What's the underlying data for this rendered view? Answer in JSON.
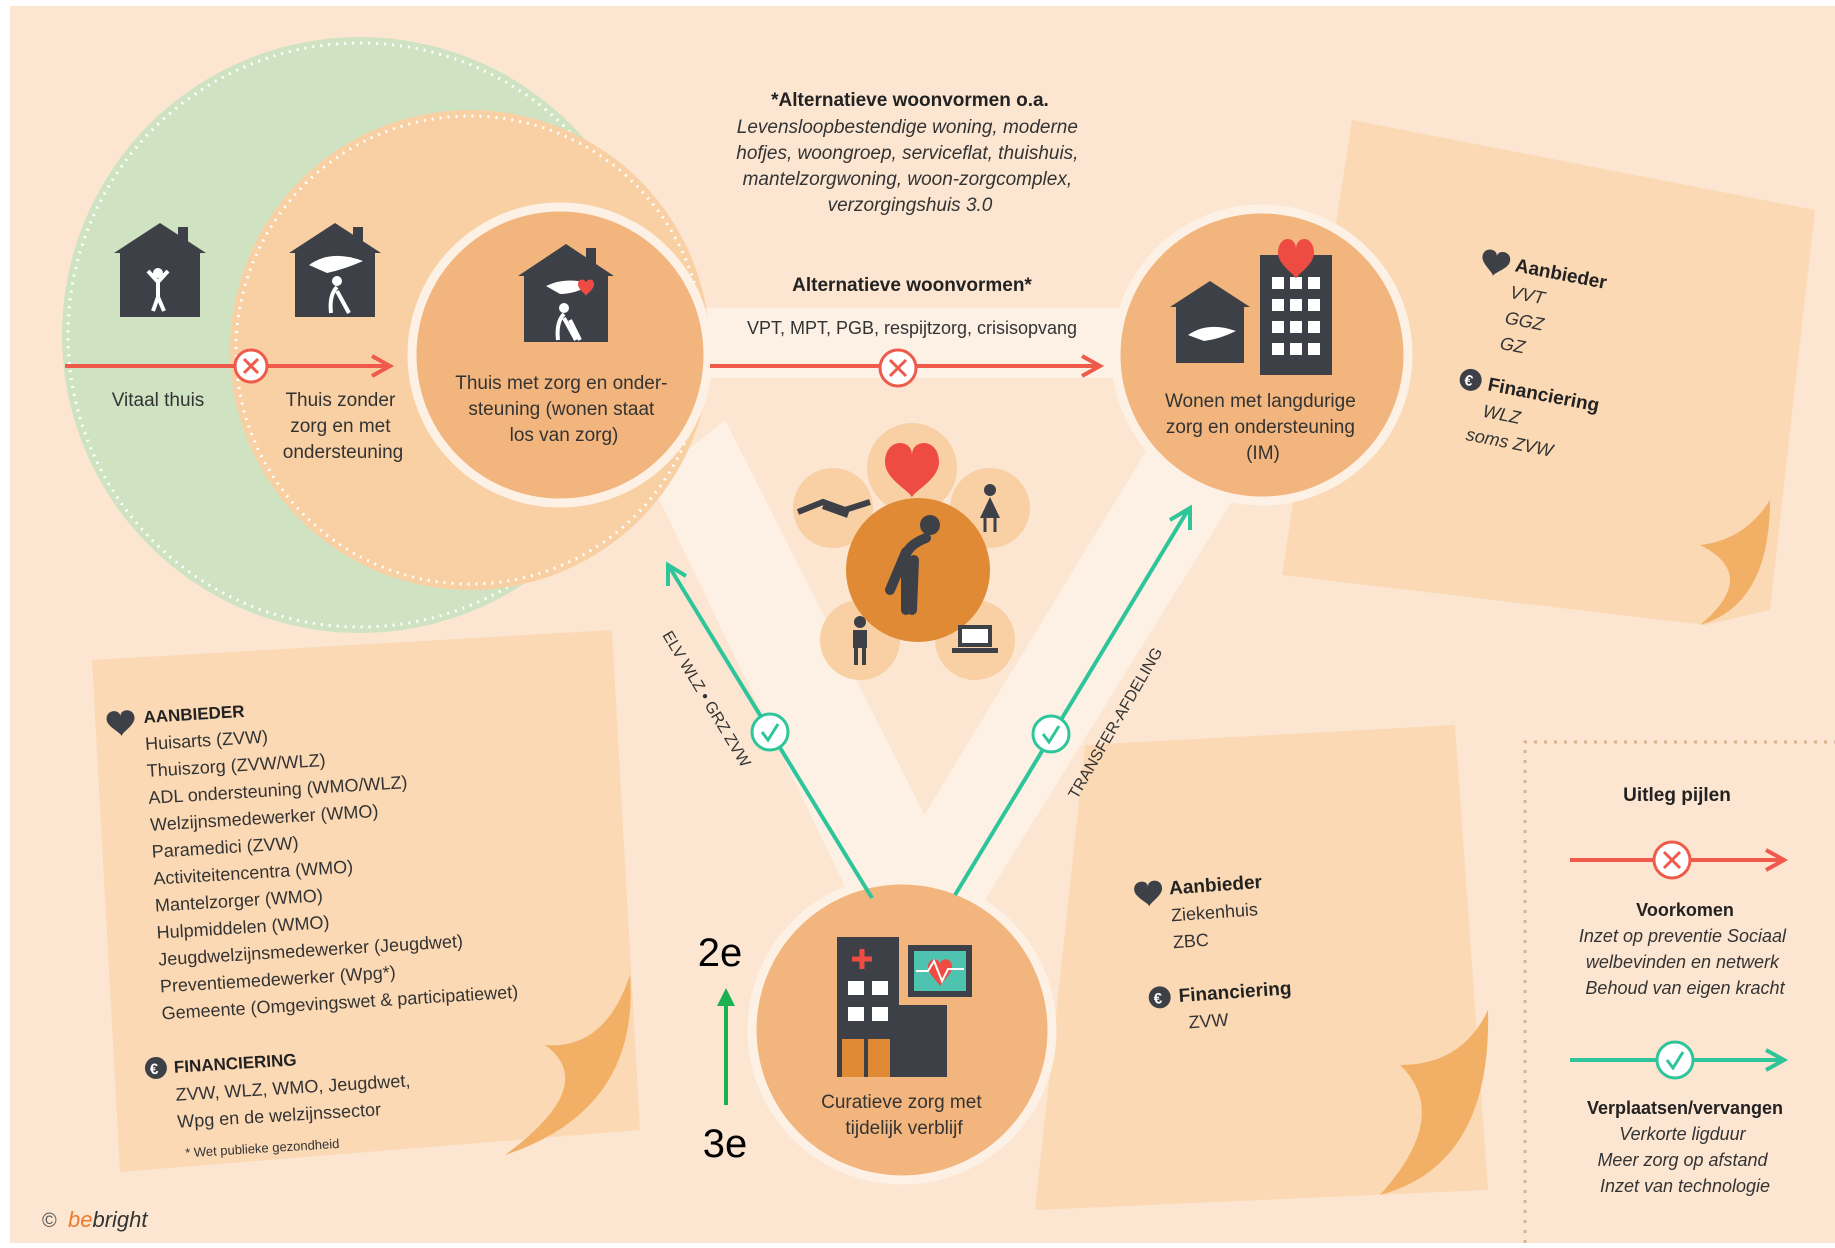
{
  "colors": {
    "background": "#fce6d2",
    "green_circle": "#cfe3c3",
    "orange_light": "#f8d0a4",
    "orange_mid": "#f2b57d",
    "orange_dark": "#e08a35",
    "note": "#fbd9b5",
    "note_curl": "#f2b066",
    "red_arrow": "#ef5a4a",
    "green_arrow": "#2fc59a",
    "icon_dark": "#3d4147",
    "heart": "#ee4c43",
    "band": "#fdf1e5",
    "text": "#222222",
    "bebright_orange": "#f0782a"
  },
  "top_note": {
    "title": "*Alternatieve woonvormen o.a.",
    "lines": [
      "Levensloopbestendige woning, moderne",
      "hofjes, woongroep, serviceflat, thuishuis,",
      "mantelzorgwoning, woon-zorgcomplex,",
      "verzorgingshuis 3.0"
    ]
  },
  "nodes": {
    "vitaal": "Vitaal thuis",
    "thuis_zonder": [
      "Thuis zonder",
      "zorg en met",
      "ondersteuning"
    ],
    "thuis_met": [
      "Thuis met zorg en onder-",
      "steuning (wonen staat",
      "los van zorg)"
    ],
    "wonen_met": [
      "Wonen met langdurige",
      "zorg en ondersteuning",
      "(IM)"
    ],
    "curatieve": [
      "Curatieve zorg met",
      "tijdelijk verblijf"
    ]
  },
  "arrows": {
    "top_label": "Alternatieve woonvormen*",
    "top_sub": "VPT, MPT, PGB, respijtzorg, crisisopvang",
    "left_diag": "ELV WLZ • GRZ ZVW",
    "right_diag": "TRANSFER-AFDELING"
  },
  "note_right": {
    "aanbieder_title": "Aanbieder",
    "aanbieder_items": [
      "VVT",
      "GGZ",
      "GZ"
    ],
    "financiering_title": "Financiering",
    "financiering_items": [
      "WLZ",
      "soms ZVW"
    ]
  },
  "note_left": {
    "aanbieder_title": "AANBIEDER",
    "aanbieder_items": [
      "Huisarts (ZVW)",
      "Thuiszorg (ZVW/WLZ)",
      "ADL ondersteuning (WMO/WLZ)",
      "Welzijnsmedewerker (WMO)",
      "Paramedici (ZVW)",
      "Activiteitencentra (WMO)",
      "Mantelzorger (WMO)",
      "Hulpmiddelen (WMO)",
      "Jeugdwelzijnsmedewerker (Jeugdwet)",
      "Preventiemedewerker (Wpg*)",
      "Gemeente (Omgevingswet & participatiewet)"
    ],
    "financiering_title": "FINANCIERING",
    "financiering_items": [
      "ZVW, WLZ, WMO, Jeugdwet,",
      "Wpg en de welzijnssector"
    ],
    "footnote": "* Wet publieke gezondheid"
  },
  "note_bottom": {
    "aanbieder_title": "Aanbieder",
    "aanbieder_items": [
      "Ziekenhuis",
      "ZBC"
    ],
    "financiering_title": "Financiering",
    "financiering_items": [
      "ZVW"
    ]
  },
  "legend": {
    "title": "Uitleg pijlen",
    "red_title": "Voorkomen",
    "red_lines": [
      "Inzet op preventie Sociaal",
      "welbevinden en netwerk",
      "Behoud van eigen kracht"
    ],
    "green_title": "Verplaatsen/vervangen",
    "green_lines": [
      "Verkorte ligduur",
      "Meer zorg op afstand",
      "Inzet van technologie"
    ]
  },
  "overlay": {
    "top": "2e",
    "bottom": "3e"
  },
  "logo": {
    "copyright": "©",
    "part1": "be",
    "part2": "bright"
  },
  "icons": [
    "house-person-icon",
    "house-hand-icon",
    "house-heart-elderly-icon",
    "house-hand-icon",
    "apartment-heart-icon",
    "hospital-icon",
    "heart-monitor-icon",
    "heart-icon",
    "handshake-icon",
    "woman-icon",
    "elderly-person-icon",
    "child-icon",
    "laptop-icon",
    "euro-icon"
  ]
}
